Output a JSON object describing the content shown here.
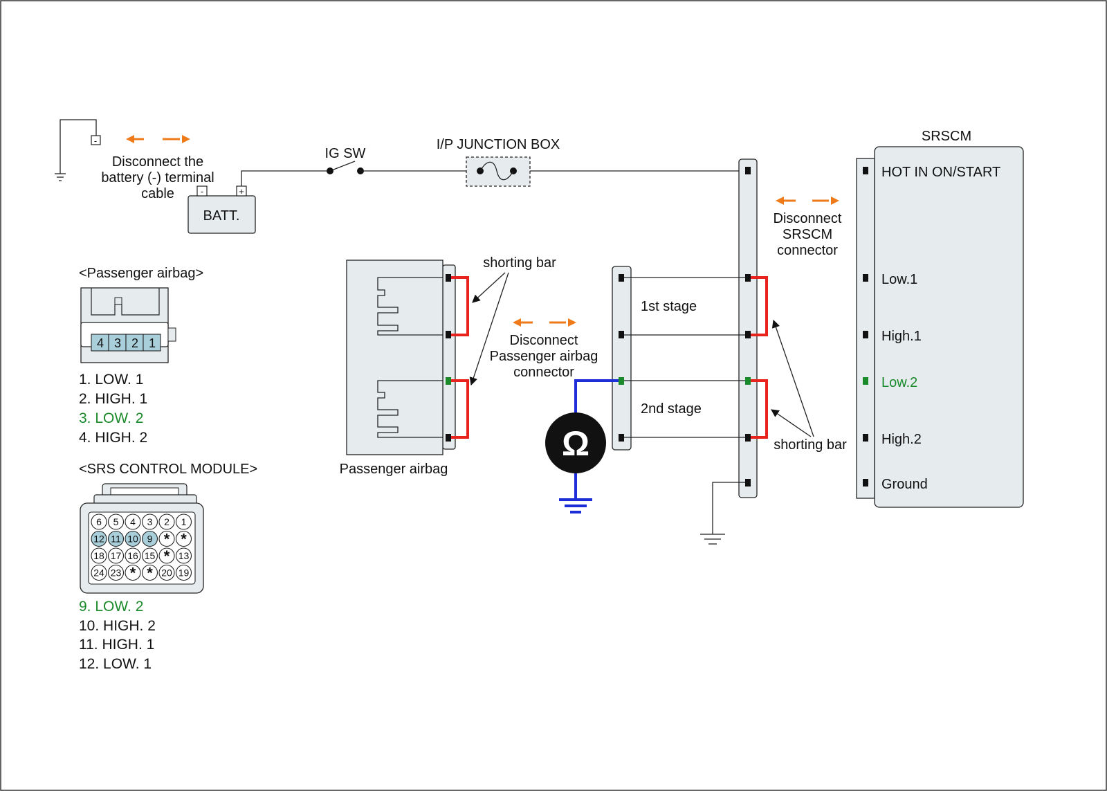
{
  "colors": {
    "panel": "#e6ecee",
    "pin_highlight": "#a9cfdb",
    "short_red": "#e8231e",
    "meter_blue": "#1d2fd6",
    "arrow_orange": "#ef7a1a",
    "green_text": "#1a8a2a"
  },
  "top": {
    "disconnect_battery": [
      "Disconnect the",
      "battery (-) terminal",
      "cable"
    ],
    "batt_label": "BATT.",
    "ig_sw": "IG SW",
    "junction_box": "I/P JUNCTION BOX",
    "minus": "-",
    "plus": "+"
  },
  "srscm": {
    "title": "SRSCM",
    "pins": {
      "hot": "HOT IN ON/START",
      "low1": "Low.1",
      "high1": "High.1",
      "low2": "Low.2",
      "high2": "High.2",
      "ground": "Ground"
    },
    "disconnect": [
      "Disconnect",
      "SRSCM",
      "connector"
    ]
  },
  "middle": {
    "stage1": "1st stage",
    "stage2": "2nd stage",
    "shorting_bar_top": "shorting bar",
    "shorting_bar_right": "shorting bar",
    "disconnect_pab": [
      "Disconnect",
      "Passenger airbag",
      "connector"
    ],
    "passenger_airbag": "Passenger airbag",
    "ohm_symbol": "Ω"
  },
  "legend": {
    "passenger_title": "<Passenger airbag>",
    "passenger_pins": [
      "4",
      "3",
      "2",
      "1"
    ],
    "passenger_list": [
      "1. LOW. 1",
      "2. HIGH. 1",
      "3. LOW. 2",
      "4. HIGH. 2"
    ],
    "srs_title": "<SRS CONTROL MODULE>",
    "srs_rows": [
      [
        "6",
        "5",
        "4",
        "3",
        "2",
        "1"
      ],
      [
        "12",
        "11",
        "10",
        "9",
        "*",
        "*"
      ],
      [
        "18",
        "17",
        "16",
        "15",
        "*",
        "13"
      ],
      [
        "24",
        "23",
        "*",
        "*",
        "20",
        "19"
      ]
    ],
    "srs_list": [
      "9. LOW. 2",
      "10. HIGH. 2",
      "11. HIGH. 1",
      "12. LOW. 1"
    ]
  }
}
